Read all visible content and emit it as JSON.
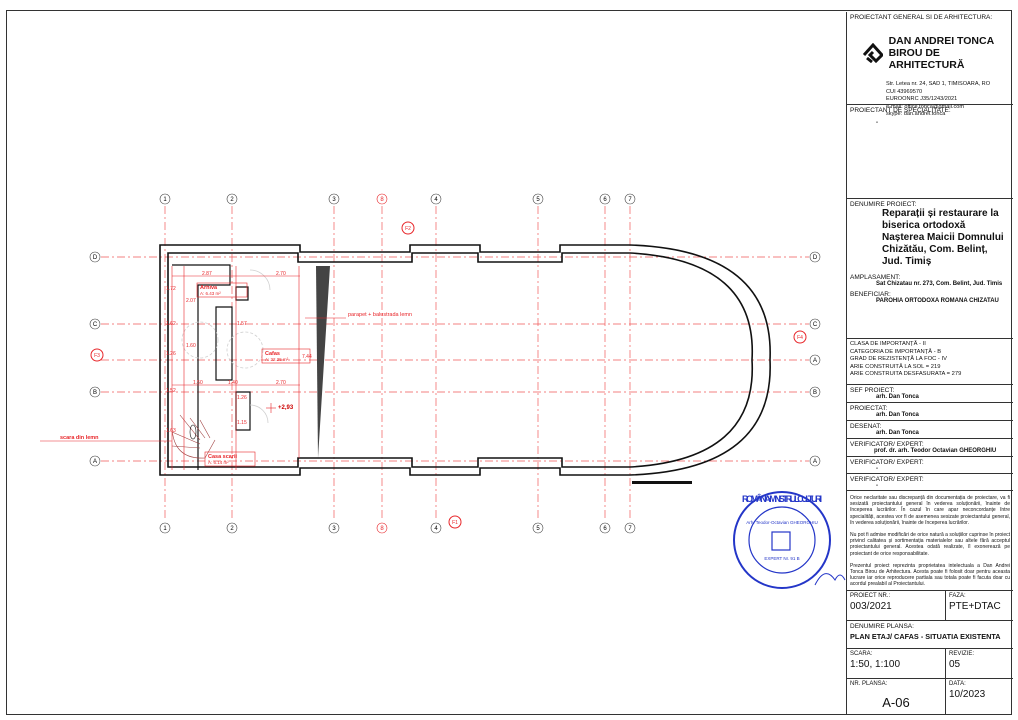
{
  "plan": {
    "grid_columns": [
      "1",
      "2",
      "3",
      "8",
      "4",
      "5",
      "6",
      "7"
    ],
    "grid_rows_left": [
      "D",
      "C",
      "B",
      "A"
    ],
    "grid_rows_right": [
      "D",
      "C",
      "A",
      "B",
      "A"
    ],
    "section_marks": {
      "f1": "F1",
      "f2": "F2",
      "f3": "F3",
      "f4": "F4"
    },
    "rooms": [
      {
        "name": "Arhiva",
        "area": "A: 6.43 m²"
      },
      {
        "name": "Cafas",
        "area": "A: 22.25 m²"
      },
      {
        "name": "Casa scarii",
        "area": "A: 6.14 m²"
      }
    ],
    "annotations": {
      "parapet": "parapet + balustrada lemn",
      "stair": "scara din lemn",
      "level": "+2,93"
    },
    "dims": {
      "d1": "2.87",
      "d2": "2.70",
      "d3": "1.50",
      "d4": "1.40",
      "d5": "2.70",
      "d6": "7.44",
      "d7": "1.72",
      "d8": "1.62",
      "d9": "1.26",
      "d10": "1.52",
      "d11": "1.63",
      "d12": "1.60",
      "d13": "1.57",
      "d14": "1.26",
      "d15": "1.15",
      "d16": "2.07"
    }
  },
  "titleblock": {
    "general_label": "PROIECTANT GENERAL SI DE ARHITECTURA:",
    "firm_line1": "DAN ANDREI TONCA",
    "firm_line2": "BIROU DE ARHITECTURĂ",
    "address": [
      "Str. Letea nr. 24, SAD 1, TIMISOARA, RO",
      "CUI 43969570",
      "EUROONRC J35/1243/2021",
      "e-mail: office.tonca@gmail.com",
      "skype: dan.andrei.tonca"
    ],
    "specialty_label": "PROIECTANT DE SPECIALITATE:",
    "specialty_value": "-",
    "project_label": "DENUMIRE PROIECT:",
    "project_name": "Reparații și restaurare la biserica ortodoxă Nașterea Maicii Domnului Chizătău, Com. Belinț, Jud. Timiș",
    "site_label": "AMPLASAMENT:",
    "site_value": "Sat Chizatau nr. 273, Com. Belint, Jud. Timis",
    "beneficiary_label": "BENEFICIAR:",
    "beneficiary_value": "PAROHIA ORTODOXA ROMANA CHIZATAU",
    "classes": [
      "CLASA DE IMPORTANȚĂ - II",
      "CATEGORIA DE IMPORTANȚĂ - B",
      "GRAD DE REZISTENȚĂ LA FOC - IV",
      "ARIE CONSTRUITĂ LA SOL = 219",
      "ARIE CONSTRUITA DESFASURATA = 279"
    ],
    "roles": [
      {
        "label": "SEF PROIECT:",
        "value": "arh. Dan Tonca"
      },
      {
        "label": "PROIECTAT:",
        "value": "arh. Dan Tonca"
      },
      {
        "label": "DESENAT:",
        "value": "arh. Dan Tonca"
      },
      {
        "label": "VERIFICATOR/ EXPERT:",
        "value": "prof. dr. arh. Teodor Octavian GHEORGHIU"
      },
      {
        "label": "VERIFICATOR/ EXPERT:",
        "value": "-"
      },
      {
        "label": "VERIFICATOR/ EXPERT:",
        "value": "-"
      }
    ],
    "notes": [
      "Orice neclaritate sau discrepanță din documentația de proiectare, va fi sesizată proiectantului general în vederea soluționării, înainte de începerea lucrărilor. În cazul în care apar neconcordanțe între specialități, acestea vor fi de asemenea sesizate proiectantului general, în vederea soluționării, înainte de începerea lucrărilor.",
      "Nu pot fi admise modificări de orice natură a soluțiilor cuprinse în proiect privind calitatea și sortimentația materialelor sau altele fără acceptul proiectantului general. Acestea odată realizate, îl exonerează pe proiectant de orice responsabilitate.",
      "Prezentul proiect reprezinta proprietatea intelectuala a Dan Andrei Tonca Birou de Arhitectura. Acesta poate fi folosit doar pentru aceasta lucrare iar orice reproducere partiala sau totala poate fi facuta doar cu acordul prealabil al Proiectantului."
    ],
    "project_nr_label": "PROIECT NR.:",
    "project_nr": "003/2021",
    "phase_label": "FAZA:",
    "phase": "PTE+DTAC",
    "sheet_name_label": "DENUMIRE PLANSA:",
    "sheet_name": "PLAN ETAJ/ CAFAS - SITUATIA EXISTENTA",
    "scale_label": "SCARA:",
    "scale": "1:50, 1:100",
    "revision_label": "REVIZIE:",
    "revision": "05",
    "sheet_nr_label": "NR. PLANSA:",
    "sheet_nr": "A-06",
    "date_label": "DATA:",
    "date": "10/2023"
  },
  "stamp": {
    "outer": "ROMÂNIA · MINISTRUL CULTURII",
    "inner": "Arh. Teodor-Octavian GHEORGHIU",
    "expert": "EXPERT Nr. 91 B"
  },
  "colors": {
    "grid": "#e8262a",
    "wall": "#111111",
    "stamp": "#2436c8"
  }
}
